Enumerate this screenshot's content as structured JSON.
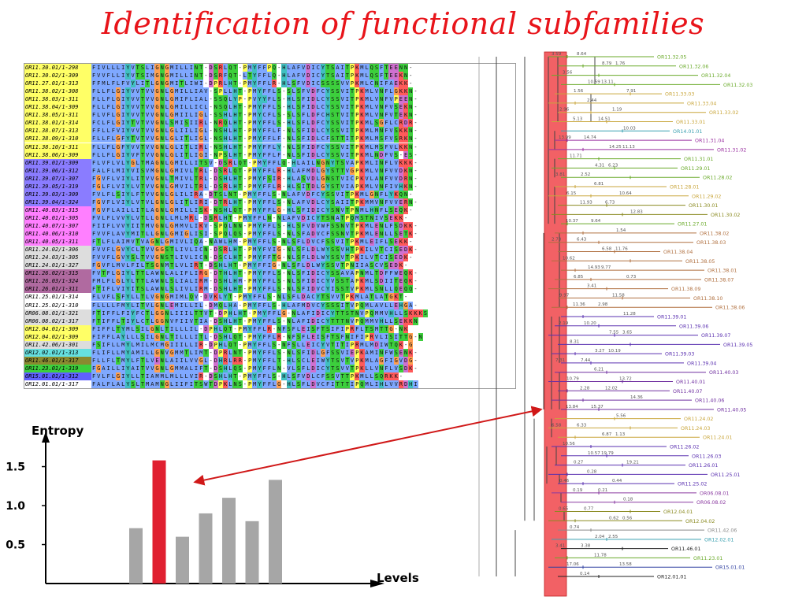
{
  "title": "Identification of functional subfamilies",
  "alignment": {
    "rows": [
      {
        "name": "OR11.30.01/1-298",
        "seq": "FIVLLLIYVTSLIGNGMILLINT-DSRLQT-PMYFFPQ-HLAFVDICYTSAITPKMLQSFTEENN-"
      },
      {
        "name": "OR11.30.02/1-309",
        "seq": "FVVFLLIYVTSIMGNGMILLINT-DSRFQT-LTYFFLQ-HLAFVDICYTSAITPKMLQSFTEEKN-"
      },
      {
        "name": "OR11.27.01/1-313",
        "seq": "FFMLFLFVYLITLGNGMITLIWI-DPRLHT-PMYFFLR-HLSFVDICSSSSVVPKMLCNIFAEKK-"
      },
      {
        "name": "OR11.38.02/1-308",
        "seq": "FLLFLGIYVVTVVGNLGMILLIAV-SPLLHT-PMYFFLS-SLSFVDFCYSSVITPKMLVNFLGKKN-"
      },
      {
        "name": "OR11.38.03/1-311",
        "seq": "FLLFLGIYVVTVVGNLGMIFLIAL-SSQLYP-PVYYFLS-HLSFIDLCYSSVITPKMLVNFVPEEN-"
      },
      {
        "name": "OR11.38.04/1-309",
        "seq": "FLLFLGIYVVTVVGNLGMILLICL-NSQLHT-PMYFFLS-HLSFIDLCYSSVITPKMLVNFVSEKN-"
      },
      {
        "name": "OR11.38.05/1-311",
        "seq": "FLVFLGIYVVTVVGNLGMIILIGL-SSHLHT-PMYCFLS-SLSFLDFCHSTVITPKMLVNFVTEKN-"
      },
      {
        "name": "OR11.38.01/1-314",
        "seq": "FCLFLGIYTVTVVGNLSMISIIRL-NRQLHT-PMYFFLS-HLSFLDFCYSSVITPKMLSGFLCRDR-"
      },
      {
        "name": "OR11.38.07/1-313",
        "seq": "FFLLFVIYVVTVVGNLGLIILIGL-NSHLHT-PMYFFLF-NLSFIDLCYSSVITPKMLMNFVSKKN-"
      },
      {
        "name": "OR11.38.09/1-310",
        "seq": "FLLFLGFYTVTVVGNLGLITLIGL-NSHLHT-PMYFFLF-NLSFIDLCFSTTITPKMLMSFVSRKN-"
      },
      {
        "name": "OR11.38.10/1-311",
        "seq": "FLLFLGFYVVTVVGNLGLITLIRL-NSHLHT-PMYFFLY-NLSFIDFCYSSVITPKMLMSFVLKKN-"
      },
      {
        "name": "OR11.38.06/1-309",
        "seq": "FLLFLGIYVFTVVGNLGLITLIGI-NPSLHT-PMYFFLF-NLSFIDLCYSSVITPKMLNDFVS-ES-"
      },
      {
        "name": "OR11.39.01/1-309",
        "seq": "FLVFLVLYGLTMAGNLGMILLITSV-DSRLQT-PMYFFLQ-HLAILNGNYTSVAPKMLINFLVKKK-"
      },
      {
        "name": "OR11.39.06/1-312",
        "seq": "FALFLMIYVISVMGNLGMIVLTRL-DSRLQT-PMYFFLR-HLAFMDLGYSTTVGPKMLVNFVVDKN-"
      },
      {
        "name": "OR11.39.07/1-307",
        "seq": "FGVFLVIYLITVVGNLTMIVLTRL-DSHLHT-PMYFSIR-HLASVDLGNSTVICPKVLANFVVDRN-"
      },
      {
        "name": "OR11.39.05/1-319",
        "seq": "FGLFLVIYLVTVVGNLGMVILTRL-DSRLHT-PMYFFLR-HLSITDLGYSTVIAPKMLVNFIVHKN-"
      },
      {
        "name": "OR11.39.03/1-309",
        "seq": "FVLFLSIYLFTVVGNLGLILIRA-DTSLNT-PMYFFLS-NLAFVDFCYSSVITPKMLGNFLYKQN-"
      },
      {
        "name": "OR11.39.04/1-324",
        "seq": "FGVFLVIYLVTVLGNLGLITLIRI-DTRLHT-PMYFFLS-NLAFVDLCYSAIITPKMMVNFVVERN-"
      },
      {
        "name": "OR11.40.03/1-315",
        "seq": "FGVFLAILLITLAGNLGMILLISK-NSHLQT-PMYFFLG-HLSFIDICYSNVTPNMLHNFLSEQK-"
      },
      {
        "name": "OR11.40.01/1-305",
        "seq": "FVLFLVVYLVTLLGNLLMLMRL-DSRLHT-PMYFFLN-NLAFVDICYTSNATPQMSTNIVSEKK-"
      },
      {
        "name": "OR11.40.07/1-307",
        "seq": "FIIFLVVYIITMVGNLGMMVLIKV-SPQLNN-PMYFFLS-HLSFVDVWFSSNVTPKMLENLFSDKK-"
      },
      {
        "name": "OR11.40.06/1-310",
        "seq": "FVVFLAVYMITLLGNLGMIGLISI-SPQLQS-PMYFFLS-NLSFADVCFSSNVTPKMLENLLSETK-"
      },
      {
        "name": "OR11.40.05/1-311",
        "seq": "FTLFLAIMVTVAGNLGMIVLIQA-NAWLHM-PMYFFLS-NLSFLDVCFSSVITPKMLEIFLSEKK-"
      },
      {
        "name": "OR11.24.02/1-306",
        "seq": "FVVFLGVYCLTVVGGSTLIVLICN-DSRLHT-PMYFVIG-NLSFLDLWYSSVHTPKILVTCISEDK-"
      },
      {
        "name": "OR11.24.03/1-305",
        "seq": "FVVFLGVYSLTVVGNSTLIVLICN-DSCLHT-PMYFFTG-NLSFLDLWYSSVTPKILVTCISEDK-"
      },
      {
        "name": "OR11.24.01/1-327",
        "seq": "FGVFLMVLFILTSGNMTLVLIRT-DSHLHT-PMYFFIG-NLSFLDLWYSSVTPNIIASCVSEDK-"
      },
      {
        "name": "OR11.26.02/1-315",
        "seq": "FVTFLGIYLTTLAWNLALIFLIRG-DTHLHT-PMYFFLS-NLSFIDICYSSAVAPNMLTDFFWEQK-"
      },
      {
        "name": "OR11.26.03/1-324",
        "seq": "FMLFLGLYLTTLAWNLSLIALIRM-DSHLHM-PMYFFLS-NLSFIDICYVSSTAPKMLSDIITEQK-"
      },
      {
        "name": "OR11.26.01/1-311",
        "seq": "FTIFLVIYITSLAWNLSLIVLIRM-DSHLHT-PMYFFLS-NLSFIDVCYISSTVPKMLSNLLQEQQ-"
      },
      {
        "name": "OR11.25.01/1-314",
        "seq": "FLVFLSFYLLTLVGNGMIMLQV-DVKLYT-PMYFFLS-NLSFLDACYTSVVTPKMLATLATGKT-"
      },
      {
        "name": "OR11.25.02/1-310",
        "seq": "FLLLLFMYLITVLGNLEMILLIL-DMQLHA-PMYFFLS-HLAFMDVCYSSSITVPQMLAVLLEHGA-"
      },
      {
        "name": "OR06.08.01/1-321",
        "seq": "FTIFFLFIYFCTLGGNLIIILTTVT-DPHLHT-PMYFFLG-NLAFIDICYTTSTNVPQMMVHLLSKKKS"
      },
      {
        "name": "OR06.08.02/1-317",
        "seq": "FTIFFLTIYLCTLGGNVFIIVTIA-DSHLHT-PMYFFLS-NLAFIDICYTTTNVPQMMVHLLSEKKN"
      },
      {
        "name": "OR12.04.01/1-309",
        "seq": "FIFFLTYMLSILGNLTILLLIL-DPHLQT-PMYFFLR-NFSFLEISFTSIFIPRFLTSMTTG-NK"
      },
      {
        "name": "OR12.04.02/1-309",
        "seq": "FIFFLAYLLLSILGNLTILLLITL-DSHLQT-PMYFFLR-NFSFLEISFTSFNIFIPRVLISITTG-N"
      },
      {
        "name": "OR11.42.06/1-301",
        "seq": "FSIFLLMYLMILMCMGIIILLIR-DPHLQT-PMYFFLS-NFSLLEICYVTITIPRMLMDIWTQK-G"
      },
      {
        "name": "OR12.02.01/1-313",
        "seq": "FLIFLLMYAMILLGNVGMMTLIMT-DPRLNT-PMYFFLS-NLSFIDLGFSSVIEPKAMINFWSENK-"
      },
      {
        "name": "OR11.46.01/1-317",
        "seq": "FLLFLTMYLFTLVENLAIILVVGL-DHRLRR-PMYFFLT-HLSCLEIWYTSVTVPKMLAGFIGVDG-"
      },
      {
        "name": "OR11.23.01/1-319",
        "seq": "FGAILLIYAITVVGNLGMMALIFT-DSHLQS-PMYFFLN-VLSFLDICYTSVVTPKLLVNFLVSDK-"
      },
      {
        "name": "OR15.01.01/1-312",
        "seq": "FVLFLGIYLLTIAMMLMLLLVIR-DSHLHT-PMYFFLS-HLSFVDLCFSSVTTPKMLLSQRKK-"
      },
      {
        "name": "OR12.01.01/1-317",
        "seq": "FALFLALYSLTMAMNGLIIFITSWTDPKLNS-PMYFFLG-HLSFLDVCFITTTIPQMLIHLVVRDHI"
      }
    ]
  },
  "chart_data": {
    "type": "bar",
    "ylabel": "Entropy",
    "xlabel": "Levels",
    "yticks": [
      "0.5",
      "1.0",
      "1.5"
    ],
    "ylim": [
      0,
      1.95
    ],
    "values": [
      0.71,
      1.58,
      0.6,
      0.9,
      1.1,
      0.8,
      1.33
    ],
    "highlight_index": 1,
    "colors": {
      "bar": "#a6a6a6",
      "highlight": "#e02030"
    }
  },
  "tree": {
    "leaves": [
      {
        "label": "OR11.32.05",
        "color": "#6aaa2a"
      },
      {
        "label": "OR11.32.06",
        "color": "#6aaa2a"
      },
      {
        "label": "OR11.32.04",
        "color": "#6aaa2a"
      },
      {
        "label": "OR11.32.03",
        "color": "#6aaa2a"
      },
      {
        "label": "OR11.33.03",
        "color": "#c9a63c"
      },
      {
        "label": "OR11.33.04",
        "color": "#c9a63c"
      },
      {
        "label": "OR11.33.02",
        "color": "#c9a63c"
      },
      {
        "label": "OR11.33.01",
        "color": "#c9a63c"
      },
      {
        "label": "OR14.01.01",
        "color": "#3aa0b0"
      },
      {
        "label": "OR11.31.04",
        "color": "#9a30a0"
      },
      {
        "label": "OR11.31.02",
        "color": "#9a30a0"
      },
      {
        "label": "OR11.31.01",
        "color": "#6aaa2a"
      },
      {
        "label": "OR11.29.01",
        "color": "#6aaa2a"
      },
      {
        "label": "OR11.28.02",
        "color": "#6aaa2a"
      },
      {
        "label": "OR11.28.01",
        "color": "#c9a63c"
      },
      {
        "label": "OR11.29.02",
        "color": "#c9a63c"
      },
      {
        "label": "OR11.30.01",
        "color": "#8a8a20"
      },
      {
        "label": "OR11.30.02",
        "color": "#8a8a20"
      },
      {
        "label": "OR11.27.01",
        "color": "#6aaa2a"
      },
      {
        "label": "OR11.38.02",
        "color": "#b07040"
      },
      {
        "label": "OR11.38.03",
        "color": "#b07040"
      },
      {
        "label": "OR11.38.04",
        "color": "#b07040"
      },
      {
        "label": "OR11.38.05",
        "color": "#b07040"
      },
      {
        "label": "OR11.38.01",
        "color": "#b07040"
      },
      {
        "label": "OR11.38.07",
        "color": "#b07040"
      },
      {
        "label": "OR11.38.09",
        "color": "#b07040"
      },
      {
        "label": "OR11.38.10",
        "color": "#b07040"
      },
      {
        "label": "OR11.38.06",
        "color": "#b07040"
      },
      {
        "label": "OR11.39.01",
        "color": "#5a30b0"
      },
      {
        "label": "OR11.39.06",
        "color": "#5a30b0"
      },
      {
        "label": "OR11.39.07",
        "color": "#5a30b0"
      },
      {
        "label": "OR11.39.05",
        "color": "#5a30b0"
      },
      {
        "label": "OR11.39.03",
        "color": "#5a30b0"
      },
      {
        "label": "OR11.39.04",
        "color": "#5a30b0"
      },
      {
        "label": "OR11.40.03",
        "color": "#7030a0"
      },
      {
        "label": "OR11.40.01",
        "color": "#7030a0"
      },
      {
        "label": "OR11.40.07",
        "color": "#7030a0"
      },
      {
        "label": "OR11.40.06",
        "color": "#7030a0"
      },
      {
        "label": "OR11.40.05",
        "color": "#7030a0"
      },
      {
        "label": "OR11.24.02",
        "color": "#c9a63c"
      },
      {
        "label": "OR11.24.03",
        "color": "#c9a63c"
      },
      {
        "label": "OR11.24.01",
        "color": "#c9a63c"
      },
      {
        "label": "OR11.26.02",
        "color": "#5a30b0"
      },
      {
        "label": "OR11.26.03",
        "color": "#5a30b0"
      },
      {
        "label": "OR11.26.01",
        "color": "#5a30b0"
      },
      {
        "label": "OR11.25.01",
        "color": "#5a30b0"
      },
      {
        "label": "OR11.25.02",
        "color": "#5a30b0"
      },
      {
        "label": "OR06.08.01",
        "color": "#8a3aa0"
      },
      {
        "label": "OR06.08.02",
        "color": "#8a3aa0"
      },
      {
        "label": "OR12.04.01",
        "color": "#8a8a20"
      },
      {
        "label": "OR12.04.02",
        "color": "#8a8a20"
      },
      {
        "label": "OR11.42.06",
        "color": "#8a8a8a"
      },
      {
        "label": "OR12.02.01",
        "color": "#3aa0b0"
      },
      {
        "label": "OR11.46.01",
        "color": "#222222"
      },
      {
        "label": "OR11.23.01",
        "color": "#6aaa2a"
      },
      {
        "label": "OR15.01.01",
        "color": "#3040a0"
      },
      {
        "label": "OR12.01.01",
        "color": "#222222"
      }
    ],
    "node_values": [
      "3.59",
      "8.64",
      "8.79",
      "1.76",
      "3.56",
      "10.59",
      "13.11",
      "7.91",
      "1.56",
      "2.44",
      "1.19",
      "2.96",
      "5.13",
      "14.51",
      "10.03",
      "13.99",
      "14.74",
      "14.25",
      "11.13",
      "11.71",
      "4.31",
      "6.23",
      "3.81",
      "2.52",
      "6.81",
      "10.64",
      "6.15",
      "11.93",
      "6.73",
      "12.83",
      "10.37",
      "9.64",
      "1.54",
      "2.73",
      "6.43",
      "6.58",
      "11.76",
      "10.62",
      "14.93",
      "9.77",
      "0.73",
      "6.85",
      "3.41",
      "11.58",
      "9.97",
      "11.36",
      "2.98",
      "11.28",
      "2.19",
      "10.20",
      "7.55",
      "3.65",
      "8.31",
      "3.27",
      "10.19",
      "7.31",
      "7.44",
      "6.21",
      "13.72",
      "10.79",
      "2.28",
      "12.02",
      "14.36",
      "13.84",
      "15.37",
      "5.56",
      "6.58",
      "6.33",
      "6.87",
      "1.13",
      "10.56",
      "10.57",
      "19.79",
      "19.21",
      "0.27",
      "0.28",
      "0.44",
      "0.46",
      "0.19",
      "0.21",
      "0.18",
      "0.65",
      "0.77",
      "0.62",
      "0.56",
      "0.74",
      "2.04",
      "2.55",
      "3.41",
      "3.38",
      "11.78",
      "13.58",
      "17.06",
      "0.14"
    ],
    "highlight_color": "#f0454a"
  }
}
